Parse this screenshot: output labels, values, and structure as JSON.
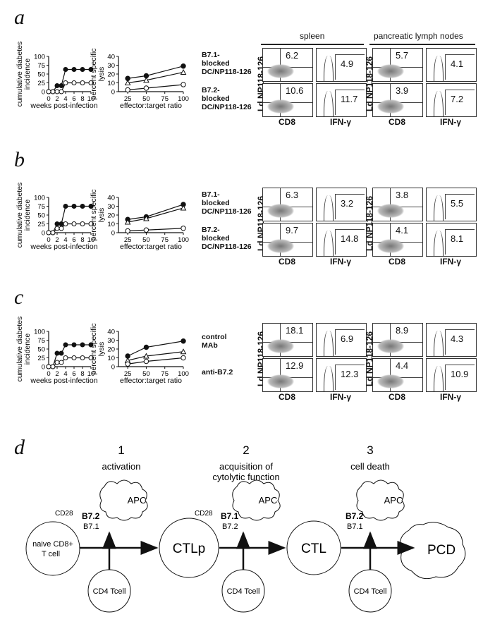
{
  "panels": {
    "a": {
      "letter": "a",
      "diabetes": {
        "ylabel": "cumulative diabetes incidence",
        "xlabel": "weeks post-infection",
        "yticks": [
          "0",
          "25",
          "50",
          "75",
          "100"
        ],
        "xticks": [
          "0",
          "2",
          "4",
          "6",
          "8",
          "10"
        ]
      },
      "lysis": {
        "ylabel": "percent specific lysis",
        "xlabel": "effector:target ratio",
        "yticks": [
          "0",
          "10",
          "20",
          "30",
          "40"
        ],
        "xticks": [
          "25",
          "50",
          "75",
          "100"
        ]
      },
      "group_labels": [
        "B7.1-\nblocked\nDC/NP118-126",
        "B7.2-\nblocked\nDC/NP118-126"
      ],
      "spleen_label": "spleen",
      "pln_label": "pancreatic lymph nodes",
      "spleen_cd8": [
        "6.2",
        "10.6"
      ],
      "spleen_ifn": [
        "4.9",
        "11.7"
      ],
      "pln_cd8": [
        "5.7",
        "3.9"
      ],
      "pln_ifn": [
        "4.1",
        "7.2"
      ]
    },
    "b": {
      "letter": "b",
      "group_labels": [
        "B7.1-\nblocked\nDC/NP118-126",
        "B7.2-\nblocked\nDC/NP118-126"
      ],
      "spleen_cd8": [
        "6.3",
        "9.7"
      ],
      "spleen_ifn": [
        "3.2",
        "14.8"
      ],
      "pln_cd8": [
        "3.8",
        "4.1"
      ],
      "pln_ifn": [
        "5.5",
        "8.1"
      ]
    },
    "c": {
      "letter": "c",
      "group_labels": [
        "control\nMAb",
        "anti-B7.2"
      ],
      "spleen_cd8": [
        "18.1",
        "12.9"
      ],
      "spleen_ifn": [
        "6.9",
        "12.3"
      ],
      "pln_cd8": [
        "8.9",
        "4.4"
      ],
      "pln_ifn": [
        "4.3",
        "10.9"
      ]
    }
  },
  "flow_axes": {
    "y_label": "Ld NP118-126",
    "x_cd8": "CD8",
    "x_ifn": "IFN-γ"
  },
  "chart_data": [
    {
      "type": "line",
      "panel": "a",
      "title": "",
      "xlabel": "weeks post-infection",
      "ylabel": "cumulative diabetes incidence",
      "xlim": [
        0,
        10
      ],
      "ylim": [
        0,
        100
      ],
      "series": [
        {
          "x": [
            0,
            1,
            2,
            3,
            4,
            6,
            8,
            10
          ],
          "values": [
            0,
            0,
            17,
            17,
            63,
            63,
            63,
            63
          ],
          "marker": "filled"
        },
        {
          "x": [
            0,
            1,
            2,
            3,
            4,
            6,
            8,
            10
          ],
          "values": [
            0,
            0,
            0,
            0,
            25,
            25,
            25,
            25
          ],
          "marker": "open"
        }
      ]
    },
    {
      "type": "line",
      "panel": "a",
      "title": "",
      "xlabel": "effector:target ratio",
      "ylabel": "percent specific lysis",
      "xlim": [
        12.5,
        100
      ],
      "ylim": [
        0,
        40
      ],
      "series": [
        {
          "x": [
            25,
            50,
            100
          ],
          "values": [
            15,
            18,
            29
          ],
          "marker": "filled"
        },
        {
          "x": [
            25,
            50,
            100
          ],
          "values": [
            10,
            13,
            22
          ],
          "marker": "triangle"
        },
        {
          "x": [
            25,
            50,
            100
          ],
          "values": [
            2,
            4,
            8
          ],
          "marker": "open"
        }
      ]
    },
    {
      "type": "line",
      "panel": "b",
      "title": "",
      "xlabel": "weeks post-infection",
      "ylabel": "cumulative diabetes incidence",
      "xlim": [
        0,
        10
      ],
      "ylim": [
        0,
        100
      ],
      "series": [
        {
          "x": [
            0,
            1,
            2,
            3,
            4,
            6,
            8,
            10
          ],
          "values": [
            0,
            0,
            25,
            25,
            75,
            75,
            75,
            75
          ],
          "marker": "filled"
        },
        {
          "x": [
            0,
            1,
            2,
            3,
            4,
            6,
            8,
            10
          ],
          "values": [
            0,
            0,
            12,
            12,
            25,
            25,
            25,
            25
          ],
          "marker": "open"
        }
      ]
    },
    {
      "type": "line",
      "panel": "b",
      "title": "",
      "xlabel": "effector:target ratio",
      "ylabel": "percent specific lysis",
      "xlim": [
        12.5,
        100
      ],
      "ylim": [
        0,
        40
      ],
      "series": [
        {
          "x": [
            25,
            50,
            100
          ],
          "values": [
            15,
            18,
            32
          ],
          "marker": "filled"
        },
        {
          "x": [
            25,
            50,
            100
          ],
          "values": [
            12,
            16,
            28
          ],
          "marker": "triangle"
        },
        {
          "x": [
            25,
            50,
            100
          ],
          "values": [
            2,
            3,
            5
          ],
          "marker": "open"
        }
      ]
    },
    {
      "type": "line",
      "panel": "c",
      "title": "",
      "xlabel": "weeks post-infection",
      "ylabel": "cumulative diabetes incidence",
      "xlim": [
        0,
        10
      ],
      "ylim": [
        0,
        100
      ],
      "series": [
        {
          "x": [
            0,
            1,
            2,
            3,
            4,
            6,
            8,
            10
          ],
          "values": [
            0,
            0,
            38,
            38,
            62,
            62,
            62,
            62
          ],
          "marker": "filled"
        },
        {
          "x": [
            0,
            1,
            2,
            3,
            4,
            6,
            8,
            10
          ],
          "values": [
            0,
            0,
            12,
            12,
            25,
            25,
            25,
            25
          ],
          "marker": "open"
        }
      ]
    },
    {
      "type": "line",
      "panel": "c",
      "title": "",
      "xlabel": "effector:target ratio",
      "ylabel": "percent specific lysis",
      "xlim": [
        12.5,
        100
      ],
      "ylim": [
        0,
        40
      ],
      "series": [
        {
          "x": [
            25,
            50,
            100
          ],
          "values": [
            12,
            22,
            29
          ],
          "marker": "filled"
        },
        {
          "x": [
            25,
            50,
            100
          ],
          "values": [
            7,
            12,
            17
          ],
          "marker": "triangle"
        },
        {
          "x": [
            25,
            50,
            100
          ],
          "values": [
            3,
            6,
            10
          ],
          "marker": "open"
        }
      ]
    }
  ],
  "diagram": {
    "letter": "d",
    "steps": [
      {
        "num": "1",
        "label": "activation"
      },
      {
        "num": "2",
        "label": "acquisition of\ncytolytic function"
      },
      {
        "num": "3",
        "label": "cell death"
      }
    ],
    "nodes": {
      "naive": "naive CD8+\nT cell",
      "ctlp": "CTLp",
      "ctl": "CTL",
      "pcd": "PCD",
      "apc": "APC",
      "cd4": "CD4 Tcell"
    },
    "costim": [
      {
        "cd28": "CD28",
        "primary": "B7.2",
        "secondary": "B7.1"
      },
      {
        "cd28": "CD28",
        "primary": "B7.1",
        "secondary": "B7.2"
      },
      {
        "cd28": "",
        "primary": "B7.2",
        "secondary": "B7.1"
      }
    ]
  }
}
